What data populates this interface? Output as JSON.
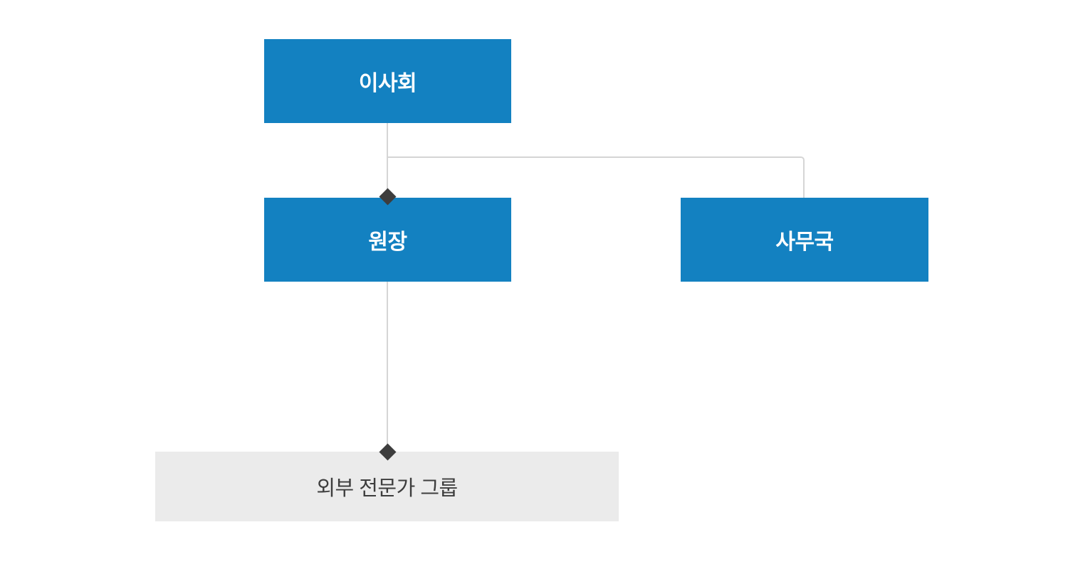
{
  "diagram": {
    "type": "org-chart",
    "nodes": [
      {
        "id": "board",
        "label": "이사회",
        "style": "primary"
      },
      {
        "id": "director",
        "label": "원장",
        "style": "primary"
      },
      {
        "id": "secretariat",
        "label": "사무국",
        "style": "primary"
      },
      {
        "id": "external_experts",
        "label": "외부 전문가 그룹",
        "style": "secondary"
      }
    ],
    "edges": [
      {
        "from": "board",
        "to": "director",
        "marker": "diamond"
      },
      {
        "from": "board",
        "to": "secretariat",
        "marker": "none"
      },
      {
        "from": "director",
        "to": "external_experts",
        "marker": "diamond"
      }
    ]
  },
  "colors": {
    "primary_box": "#1381c1",
    "primary_text": "#ffffff",
    "secondary_box": "#ebebeb",
    "secondary_text": "#3d3d3d",
    "connector_line": "#d5d5d5",
    "diamond_marker": "#3d3d3d",
    "background": "#ffffff"
  }
}
